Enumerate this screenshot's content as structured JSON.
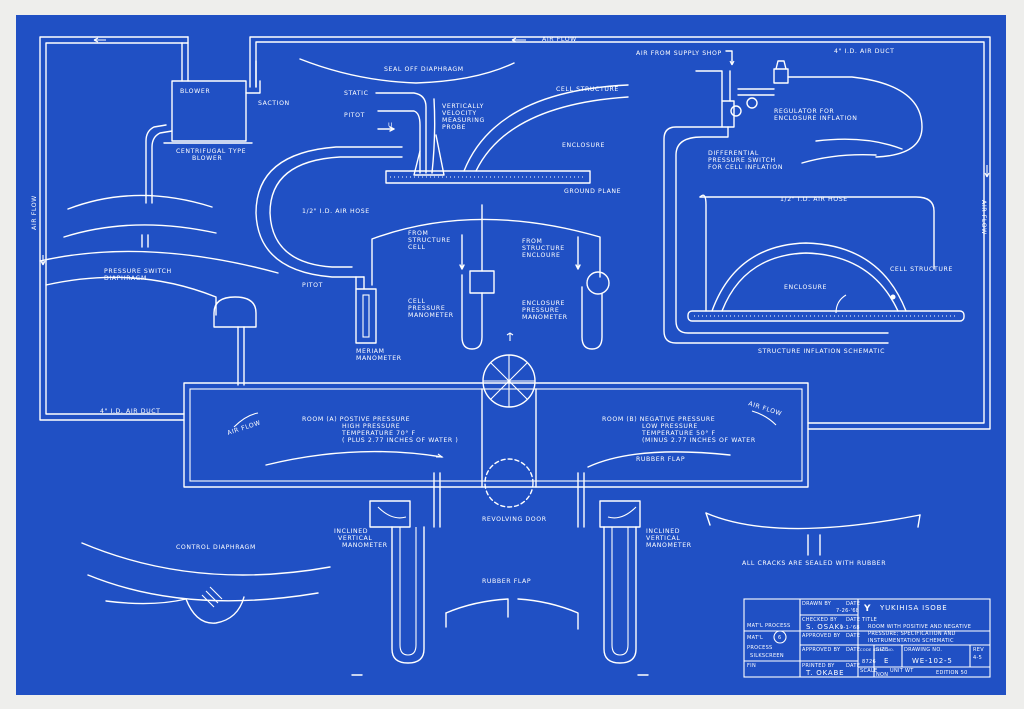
{
  "labels": {
    "air_flow_top": "AIR FLOW",
    "air_flow_left": "AIR FLOW",
    "air_flow_right": "AIR FLOW",
    "air_flow_room_left": "AIR FLOW",
    "air_flow_room_right": "AIR FLOW",
    "blower": "BLOWER",
    "saction": "SACTION",
    "centrifugal_1": "CENTRIFUGAL   TYPE",
    "centrifugal_2": "BLOWER",
    "seal_off": "SEAL OFF DIAPHRAGM",
    "static": "STATIC",
    "pitot_top": "PITOT",
    "u_symbol": "U",
    "probe_1": "VERTICALLY",
    "probe_2": "VELOCITY",
    "probe_3": "MEASURING",
    "probe_4": "PROBE",
    "cell_structure_top": "CELL STRUCTURE",
    "enclosure_top": "ENCLOSURE",
    "ground_plane": "GROUND   PLANE",
    "air_from_supply": "AIR   FROM   SUPPLY   SHOP",
    "air_duct_top": "4\" I.D.   AIR   DUCT",
    "regulator_1": "REGULATOR   FOR",
    "regulator_2": "ENCLOSURE   INFLATION",
    "diff_1": "DIFFERENTIAL",
    "diff_2": "PRESSURE   SWITCH",
    "diff_3": "FOR   CELL   INFLATION",
    "air_hose_right": "1/2\" I.D.   AIR   HOSE",
    "air_hose_left": "1/2\" I.D.   AIR   HOSE",
    "enclosure_right": "ENCLOSURE",
    "cell_structure_right": "CELL   STRUCTURE",
    "structure_schematic": "STRUCTURE   INFLATION   SCHEMATIC",
    "pressure_switch_1": "PRESSURE    SWITCH",
    "pressure_switch_2": "DIAPHRAGM",
    "pitot_mid": "PITOT",
    "from_structure_1": "FROM",
    "from_structure_2": "STRUCTURE",
    "from_structure_3": "CELL",
    "from_enclosure_1": "FROM",
    "from_enclosure_2": "STRUCTURE",
    "from_enclosure_3": "ENCLOURE",
    "cell_manometer_1": "CELL",
    "cell_manometer_2": "PRESSURE",
    "cell_manometer_3": "MANOMETER",
    "encl_manometer_1": "ENCLOSURE",
    "encl_manometer_2": "PRESSURE",
    "encl_manometer_3": "MANOMETER",
    "meriam_1": "MERIAM",
    "meriam_2": "MANOMETER",
    "air_duct_left": "4\" I.D.   AIR   DUCT",
    "room_a_1": "ROOM  (A)   POSTIVE  PRESSURE",
    "room_a_2": "HIGH  PRESSURE",
    "room_a_3": "TEMPERATURE  70° F",
    "room_a_4": "( PLUS  2.77  INCHES  OF  WATER )",
    "room_b_1": "ROOM  (B)  NEGATIVE  PRESSURE",
    "room_b_2": "LOW  PRESSURE",
    "room_b_3": "TEMPERATURE  50° F",
    "room_b_4": "(MINUS  2.77  INCHES  OF  WATER",
    "rubber_flap_mid": "RUBBER   FLAP",
    "revolving_door": "REVOLVING  DOOR",
    "inclined_left_1": "INCLINED",
    "inclined_left_2": "VERTICAL",
    "inclined_left_3": "MANOMETER",
    "inclined_right_1": "INCLINED",
    "inclined_right_2": "VERTICAL",
    "inclined_right_3": "MANOMETER",
    "control_diaphragm": "CONTROL   DIAPHRAGM",
    "rubber_flap_bottom": "RUBBER   FLAP",
    "cracks_sealed": "ALL  CRACKS  ARE  SEALED  WITH  RUBBER"
  },
  "title_block": {
    "drawn_by": "DRAWN BY",
    "date_1": "DATE",
    "date_1_value": "7-26-'68",
    "checked_by": "CHECKED BY",
    "date_2": "DATE",
    "checked_value": "S. OSAKI",
    "checked_date": "9-1-'68",
    "approved_by_1": "APPROVED BY",
    "date_3": "DATE",
    "approved_by_2": "APPROVED BY",
    "date_4": "DATE",
    "printed_by": "PRINTED BY",
    "date_5": "DATE",
    "printed_value": "T. OKABE",
    "matl_process": "MAT'L    PROCESS",
    "matl": "MAT'L",
    "matl_value": "6",
    "process": "PROCESS",
    "process_value": "SILKSCREEN",
    "fin": "FIN",
    "logo": "Y",
    "designer": "YUKIHISA   ISOBE",
    "title_label": "TITLE",
    "title_1": "ROOM WITH POSITIVE  AND NEGATIVE",
    "title_2": "PRESSURE;  SPECIFICATION  AND",
    "title_3": "INSTRUMENTATION   SCHEMATIC",
    "code_ident_no": "CODE IDENT NO.",
    "code_ident_value": "8726",
    "size": "SIZE",
    "size_value": "E",
    "drawing_no": "DRAWING NO.",
    "drawing_no_value": "WE-102-5",
    "rev": "REV",
    "rev_value": "4-5",
    "scale": "SCALE",
    "scale_value": "NON",
    "unit_wt": "UNIT WT",
    "edition": "EDITION  50"
  }
}
